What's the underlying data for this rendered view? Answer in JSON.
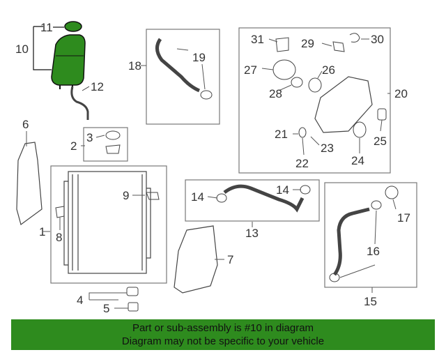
{
  "parts": {
    "p1": "1",
    "p2": "2",
    "p3": "3",
    "p4": "4",
    "p5": "5",
    "p6": "6",
    "p7": "7",
    "p8": "8",
    "p9": "9",
    "p10": "10",
    "p11": "11",
    "p12": "12",
    "p13": "13",
    "p14a": "14",
    "p14b": "14",
    "p15": "15",
    "p16": "16",
    "p17": "17",
    "p18": "18",
    "p19": "19",
    "p20": "20",
    "p21": "21",
    "p22": "22",
    "p23": "23",
    "p24": "24",
    "p25": "25",
    "p26": "26",
    "p27": "27",
    "p28": "28",
    "p29": "29",
    "p30": "30",
    "p31": "31"
  },
  "highlight_color": "#2e8b1e",
  "banner": {
    "line1": "Part or sub-assembly is #10 in diagram",
    "line2": "Diagram may not be specific to your vehicle"
  }
}
